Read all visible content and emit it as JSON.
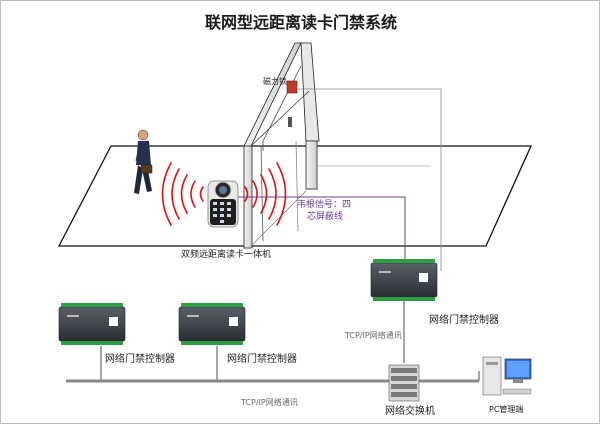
{
  "title": "联网型远距离读卡门禁系统",
  "labels": {
    "magnetic_lock": "磁力锁",
    "reader": "双频远距离读卡一体机",
    "wiegand_line1": "韦根信号：四",
    "wiegand_line2": "芯屏蔽线",
    "controller_top": "网络门禁控制器",
    "controller_left": "网络门禁控制器",
    "controller_mid": "网络门禁控制器",
    "tcpip_upper": "TCP/IP网络通讯",
    "tcpip_lower": "TCP/IP网络通讯",
    "switch": "网络交换机",
    "pc": "PC管理端"
  },
  "colors": {
    "wiegand": "#6a3d8f",
    "signal": "#e01010",
    "lock": "#c0392b",
    "network": "#888888",
    "controller_body": "#3c4148",
    "terminal": "#2e9e45"
  }
}
